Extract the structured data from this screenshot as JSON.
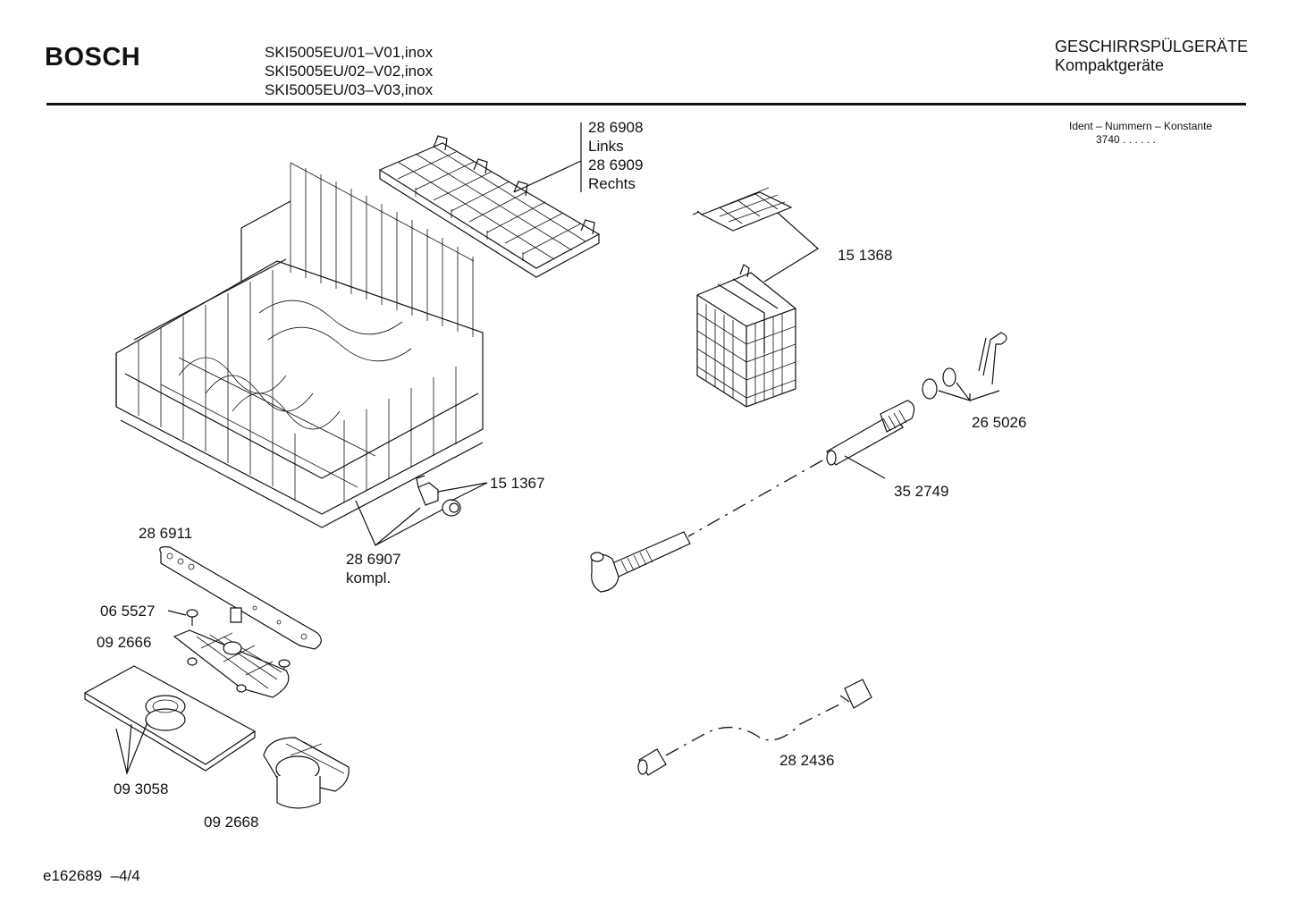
{
  "header": {
    "brand": "BOSCH",
    "models": [
      "SKI5005EU/01–V01,inox",
      "SKI5005EU/02–V02,inox",
      "SKI5005EU/03–V03,inox"
    ],
    "category": "GESCHIRRSPÜLGERÄTE",
    "subcategory": "Kompaktgeräte"
  },
  "ident": {
    "title": "Ident – Nummern – Konstante",
    "value": "3740  .  .  .  .  .  ."
  },
  "parts": {
    "p286908": "28 6908",
    "p286908_note": "Links",
    "p286909": "28 6909",
    "p286909_note": "Rechts",
    "p151368": "15 1368",
    "p265026": "26 5026",
    "p352749": "35 2749",
    "p151367": "15 1367",
    "p286907": "28 6907",
    "p286907_note": "kompl.",
    "p286911": "28 6911",
    "p065527": "06 5527",
    "p092666": "09 2666",
    "p093058": "09 3058",
    "p092668": "09 2668",
    "p282436": "28 2436"
  },
  "footer": {
    "doc": "e162689",
    "page": "–4/4"
  }
}
